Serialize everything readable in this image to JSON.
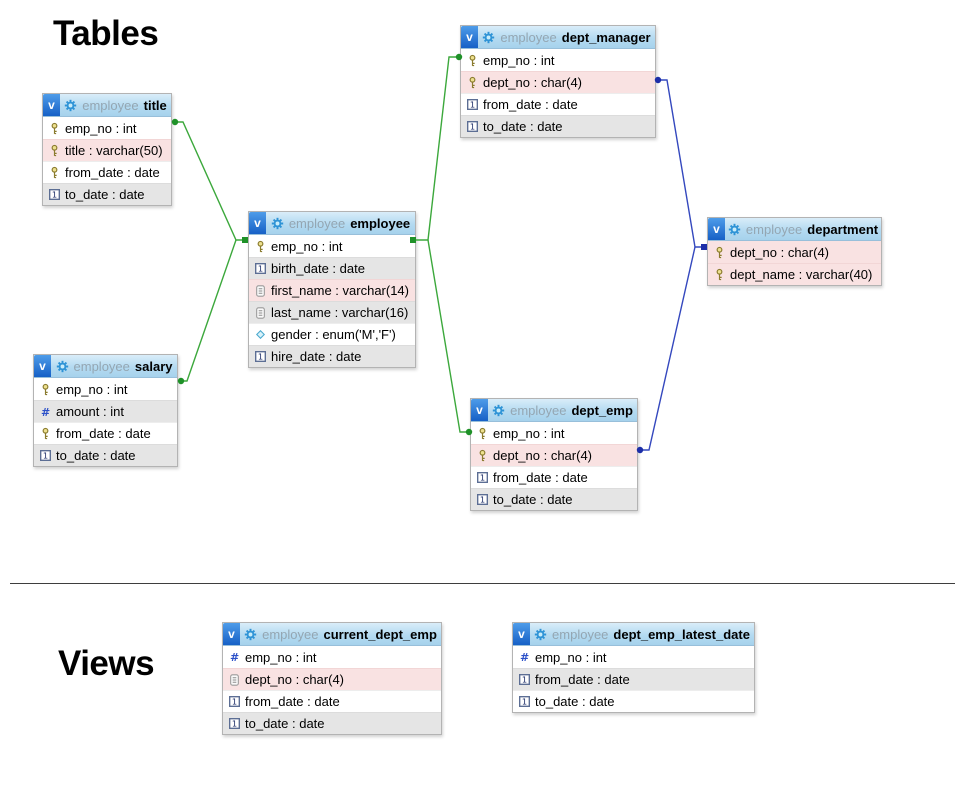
{
  "sections": {
    "tables_title": "Tables",
    "views_title": "Views"
  },
  "header_badge": "v",
  "schema_name": "employee",
  "colors": {
    "header_blue": "#b4daf1",
    "badge_blue": "#1660c6",
    "row_alt_gray": "#e5e5e5",
    "row_highlight_pink": "#f9e2e2",
    "relation_green": "#3ca83c",
    "relation_blue": "#3448be"
  },
  "tables": [
    {
      "schema": "employee",
      "name": "title",
      "rows": [
        {
          "icon": "primary-key",
          "label": "emp_no : int"
        },
        {
          "icon": "primary-key",
          "label": "title : varchar(50)"
        },
        {
          "icon": "primary-key",
          "label": "from_date : date"
        },
        {
          "icon": "date",
          "label": "to_date : date"
        }
      ]
    },
    {
      "schema": "employee",
      "name": "salary",
      "rows": [
        {
          "icon": "primary-key",
          "label": "emp_no : int"
        },
        {
          "icon": "numeric",
          "label": "amount : int"
        },
        {
          "icon": "primary-key",
          "label": "from_date : date"
        },
        {
          "icon": "date",
          "label": "to_date : date"
        }
      ]
    },
    {
      "schema": "employee",
      "name": "employee",
      "rows": [
        {
          "icon": "primary-key",
          "label": "emp_no : int"
        },
        {
          "icon": "date",
          "label": "birth_date : date"
        },
        {
          "icon": "text",
          "label": "first_name : varchar(14)"
        },
        {
          "icon": "text",
          "label": "last_name : varchar(16)"
        },
        {
          "icon": "enum",
          "label": "gender : enum('M','F')"
        },
        {
          "icon": "date",
          "label": "hire_date : date"
        }
      ]
    },
    {
      "schema": "employee",
      "name": "dept_manager",
      "rows": [
        {
          "icon": "primary-key",
          "label": "emp_no : int"
        },
        {
          "icon": "primary-key",
          "label": "dept_no : char(4)"
        },
        {
          "icon": "date",
          "label": "from_date : date"
        },
        {
          "icon": "date",
          "label": "to_date : date"
        }
      ]
    },
    {
      "schema": "employee",
      "name": "dept_emp",
      "rows": [
        {
          "icon": "primary-key",
          "label": "emp_no : int"
        },
        {
          "icon": "primary-key",
          "label": "dept_no : char(4)"
        },
        {
          "icon": "date",
          "label": "from_date : date"
        },
        {
          "icon": "date",
          "label": "to_date : date"
        }
      ]
    },
    {
      "schema": "employee",
      "name": "department",
      "rows": [
        {
          "icon": "primary-key",
          "label": "dept_no : char(4)"
        },
        {
          "icon": "primary-key",
          "label": "dept_name : varchar(40)"
        }
      ]
    },
    {
      "schema": "employee",
      "name": "current_dept_emp",
      "rows": [
        {
          "icon": "numeric",
          "label": "emp_no : int"
        },
        {
          "icon": "text",
          "label": "dept_no : char(4)"
        },
        {
          "icon": "date",
          "label": "from_date : date"
        },
        {
          "icon": "date",
          "label": "to_date : date"
        }
      ]
    },
    {
      "schema": "employee",
      "name": "dept_emp_latest_date",
      "rows": [
        {
          "icon": "numeric",
          "label": "emp_no : int"
        },
        {
          "icon": "date",
          "label": "from_date : date"
        },
        {
          "icon": "date",
          "label": "to_date : date"
        }
      ]
    }
  ],
  "relations": [
    {
      "from": "title.emp_no",
      "to": "employee.emp_no",
      "color": "green"
    },
    {
      "from": "salary.emp_no",
      "to": "employee.emp_no",
      "color": "green"
    },
    {
      "from": "dept_manager.emp_no",
      "to": "employee.emp_no",
      "color": "green"
    },
    {
      "from": "dept_emp.emp_no",
      "to": "employee.emp_no",
      "color": "green"
    },
    {
      "from": "dept_manager.dept_no",
      "to": "department.dept_no",
      "color": "blue"
    },
    {
      "from": "dept_emp.dept_no",
      "to": "department.dept_no",
      "color": "blue"
    }
  ]
}
